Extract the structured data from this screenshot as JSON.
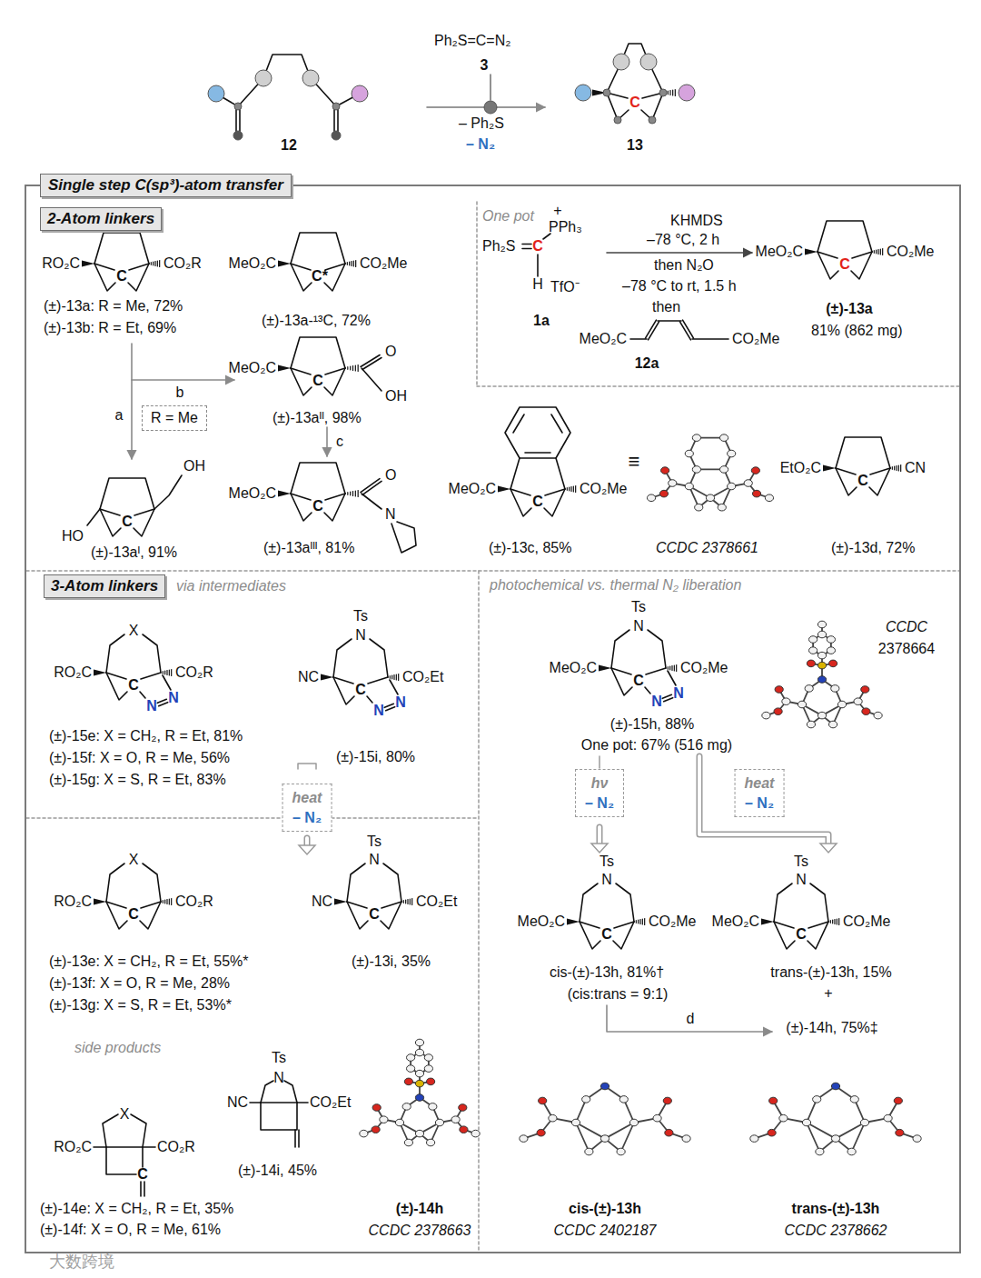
{
  "diagram": {
    "nodes": [
      {
        "text": [
          "Single step C(sp³)-atom transfer"
        ]
      },
      {
        "text": [
          "2-Atom linkers"
        ],
        "in": 0
      },
      {
        "text": [
          "R = Me"
        ],
        "in": 0
      },
      {
        "text": [
          "3-Atom linkers"
        ],
        "in": 0
      },
      {
        "text": [
          "heat",
          "– N₂"
        ],
        "in": 0
      },
      {
        "text": [
          "hν",
          "– N₂"
        ],
        "in": 0
      },
      {
        "text": [
          "heat",
          "– N₂"
        ],
        "in": 0
      }
    ],
    "labels": [
      "Ph₂S=C=N₂",
      "3",
      "– Ph₂S",
      "– N₂",
      "12",
      "13",
      "C",
      "RO₂C",
      "C",
      "CO₂R",
      "(±)-13a: R = Me, 72%",
      "(±)-13b: R = Et, 69%",
      "MeO₂C",
      "C*",
      "CO₂Me",
      "(±)-13a-¹³C, 72%",
      "a",
      "b",
      "HO",
      "C",
      "OH",
      "(±)-13aᴵ, 91%",
      "MeO₂C",
      "C",
      "O",
      "OH",
      "(±)-13aᴵᴵ, 98%",
      "c",
      "MeO₂C",
      "C",
      "O",
      "N",
      "(±)-13aᴵᴵᴵ, 81%",
      "One pot",
      "Ph₂S",
      "C",
      "PPh₃",
      "+",
      "H",
      "TfO⁻",
      "1a",
      "KHMDS",
      "–78 °C, 2 h",
      "then N₂O",
      "–78 °C to rt, 1.5 h",
      "then",
      "MeO₂C",
      "CO₂Me",
      "12a",
      "MeO₂C",
      "C",
      "CO₂Me",
      "(±)-13a",
      "81% (862 mg)",
      "MeO₂C",
      "C",
      "CO₂Me",
      "≡",
      "CCDC 2378661",
      "EtO₂C",
      "C",
      "CN",
      "(±)-13c, 85%",
      "(±)-13d, 72%",
      "via intermediates",
      "X",
      "RO₂C",
      "C",
      "CO₂R",
      "N",
      "N",
      "(±)-15e: X = CH₂, R = Et, 81%",
      "(±)-15f: X = O, R = Me, 56%",
      "(±)-15g: X = S, R = Et, 83%",
      "Ts",
      "N",
      "NC",
      "C",
      "CO₂Et",
      "N",
      "N",
      "(±)-15i, 80%",
      "X",
      "RO₂C",
      "C",
      "CO₂R",
      "(±)-13e: X = CH₂, R = Et, 55%*",
      "(±)-13f: X = O, R = Me, 28%",
      "(±)-13g: X = S, R = Et, 53%*",
      "Ts",
      "N",
      "NC",
      "C",
      "CO₂Et",
      "(±)-13i, 35%",
      "side products",
      "X",
      "RO₂C",
      "C",
      "CO₂R",
      "(±)-14e: X = CH₂, R = Et, 35%",
      "(±)-14f: X = O, R = Me, 61%",
      "Ts",
      "N",
      "NC",
      "CO₂Et",
      "(±)-14i, 45%",
      "(±)-14h",
      "CCDC 2378663",
      "photochemical vs. thermal N₂ liberation",
      "Ts",
      "N",
      "MeO₂C",
      "C",
      "CO₂Me",
      "N",
      "N",
      "(±)-15h, 88%",
      "One pot: 67% (516 mg)",
      "CCDC",
      "2378664",
      "Ts",
      "N",
      "MeO₂C",
      "C",
      "CO₂Me",
      "cis-(±)-13h, 81%†",
      "(cis:trans = 9:1)",
      "Ts",
      "N",
      "MeO₂C",
      "C",
      "CO₂Me",
      "trans-(±)-13h, 15%",
      "+",
      "(±)-14h, 75%‡",
      "d",
      "cis-(±)-13h",
      "CCDC 2402187",
      "trans-(±)-13h",
      "CCDC 2378662",
      "大数跨境"
    ]
  }
}
